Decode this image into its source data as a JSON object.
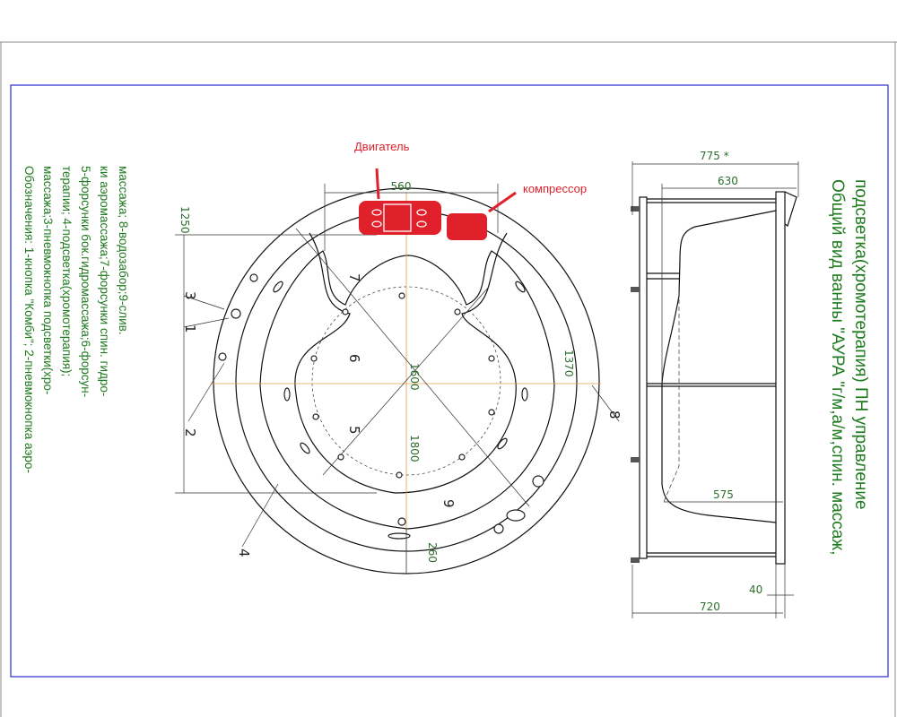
{
  "legend": {
    "lines": [
      "Обозначения: 1-кнопка \"Комби\"; 2-пневмокнопка аэро-",
      "массажа;3-пневмокнопка подсветки(хро-",
      "терапии; 4-подсветка(хромотерапия);",
      "5-форсунки бок.гидромассажа;6-форсун-",
      "ки аэромассажа;7-форсунки спин. гидро-",
      "массажа; 8-водозабор;9-слив."
    ]
  },
  "title": {
    "lines": [
      "Общий вид ванны \"АУРА \"г/м,а/м,спин. массаж,",
      "подсветка(хромотерапия) ПН управление"
    ]
  },
  "callouts": {
    "motor": "Двигатель",
    "compressor": "компрессор"
  },
  "top_view": {
    "dims": {
      "d560": "560",
      "d1250": "1250",
      "d1370": "1370",
      "d1600": "1600",
      "d1800": "1800",
      "d260": "260"
    },
    "markers": [
      "1",
      "2",
      "3",
      "4",
      "5",
      "6",
      "7",
      "8",
      "9"
    ]
  },
  "side_view": {
    "dims": {
      "d775": "775 *",
      "d630": "630",
      "d575": "575",
      "d40": "40",
      "d720": "720"
    }
  }
}
